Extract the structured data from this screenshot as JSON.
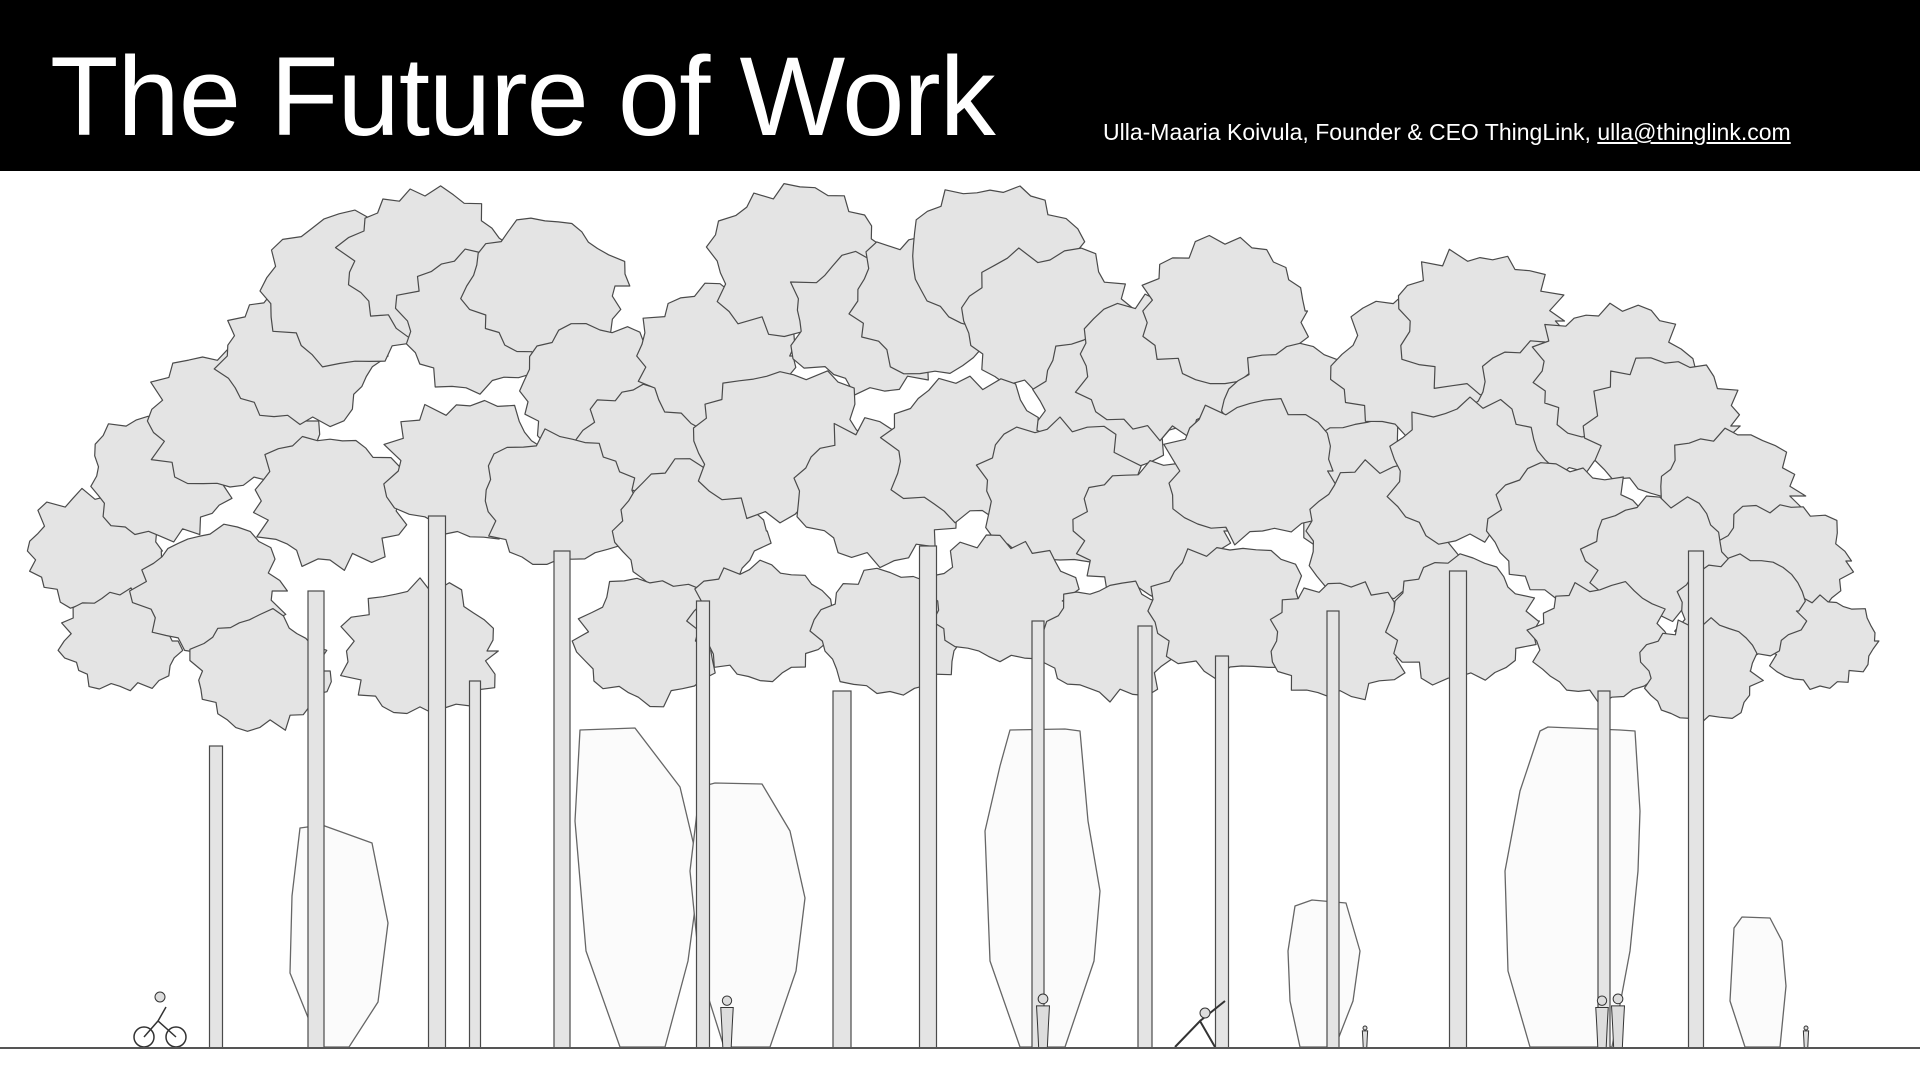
{
  "slide": {
    "title": "The Future of Work",
    "byline_text": "Ulla-Maaria Koivula, Founder & CEO ThingLink, ",
    "email": "ulla@thinglink.com",
    "header_bg": "#000000",
    "header_fg": "#ffffff",
    "foliage_color": "#e4e4e4",
    "line_color": "#4a4a4a"
  }
}
